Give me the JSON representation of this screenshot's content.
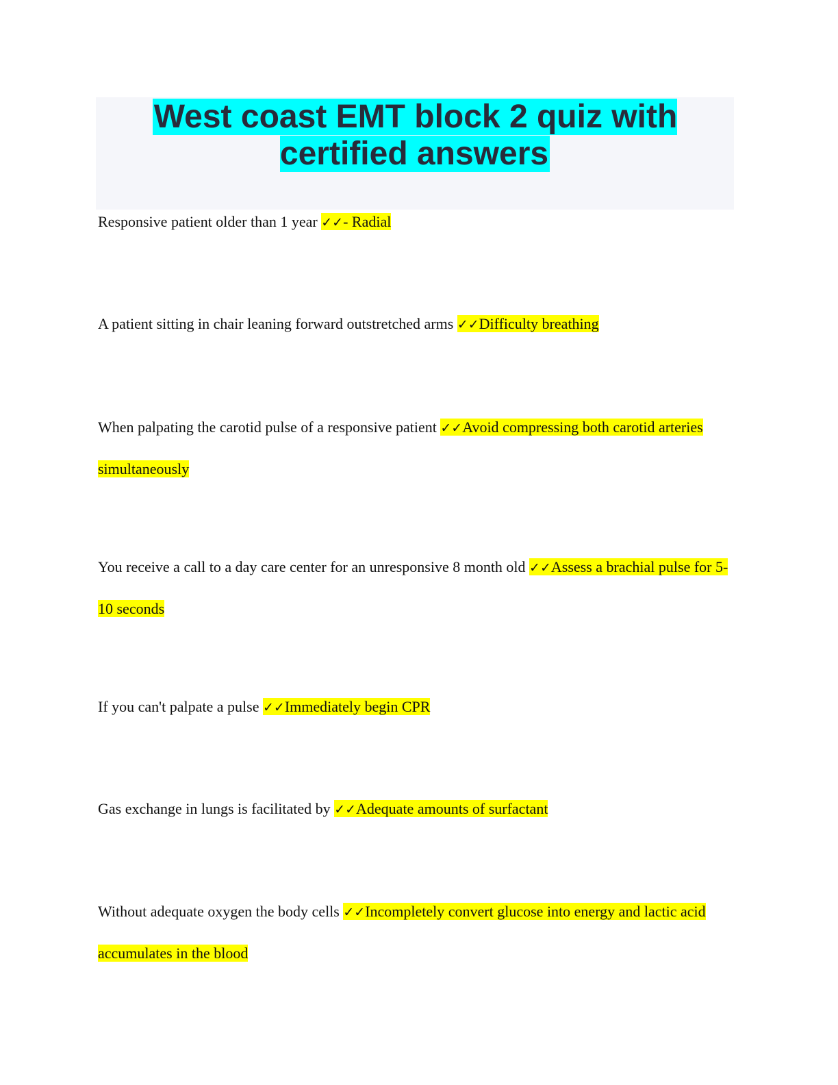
{
  "document": {
    "title": "West coast EMT block 2 quiz with certified answers",
    "check_mark": "✓✓",
    "items": [
      {
        "question": "Responsive patient older than 1 year",
        "answer": "- Radial"
      },
      {
        "question": "A patient sitting in chair leaning forward outstretched arms",
        "answer": "Difficulty breathing"
      },
      {
        "question": "When palpating the carotid pulse of a responsive patient",
        "answer": "Avoid compressing both carotid arteries simultaneously"
      },
      {
        "question": "You receive a call to a day care center for an unresponsive 8 month old",
        "answer": "Assess a brachial pulse for 5-10 seconds"
      },
      {
        "question": "If you can't palpate a pulse",
        "answer": "Immediately begin CPR"
      },
      {
        "question": "Gas exchange in lungs is facilitated by",
        "answer": "Adequate amounts of surfactant"
      },
      {
        "question": "Without adequate oxygen the body cells",
        "answer": "Incompletely convert glucose into energy and lactic acid accumulates in the blood"
      }
    ]
  },
  "colors": {
    "title_highlight": "#00ffff",
    "answer_highlight": "#ffff00",
    "title_background": "#f5f6fa",
    "title_text": "#282b3a"
  }
}
